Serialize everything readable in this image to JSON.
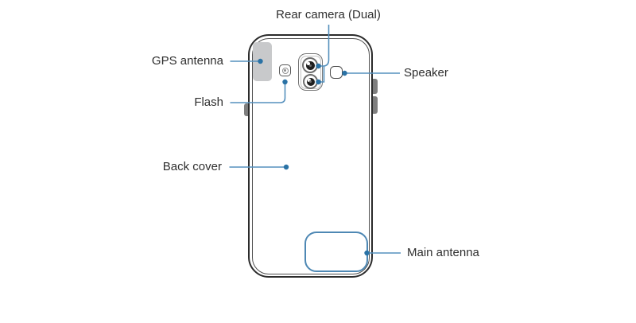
{
  "figure": {
    "device_view": "Back of smartphone",
    "callouts": [
      {
        "id": "rear-camera",
        "label": "Rear camera (Dual)"
      },
      {
        "id": "gps-antenna",
        "label": "GPS antenna"
      },
      {
        "id": "flash",
        "label": "Flash"
      },
      {
        "id": "speaker",
        "label": "Speaker"
      },
      {
        "id": "back-cover",
        "label": "Back cover"
      },
      {
        "id": "main-antenna",
        "label": "Main antenna"
      }
    ]
  },
  "colors": {
    "background": "#ffffff",
    "label_text": "#2e2e2e",
    "leader_line": "#5590bd",
    "leader_dot": "#2a72a5",
    "body_outline": "#2b2b2b",
    "inner_rim": "#4f4f4f",
    "gps_pad": "#c8c9cb",
    "part_outline": "#737373",
    "button_gray": "#7e7e7e",
    "antenna_outline": "#4e88b4"
  }
}
